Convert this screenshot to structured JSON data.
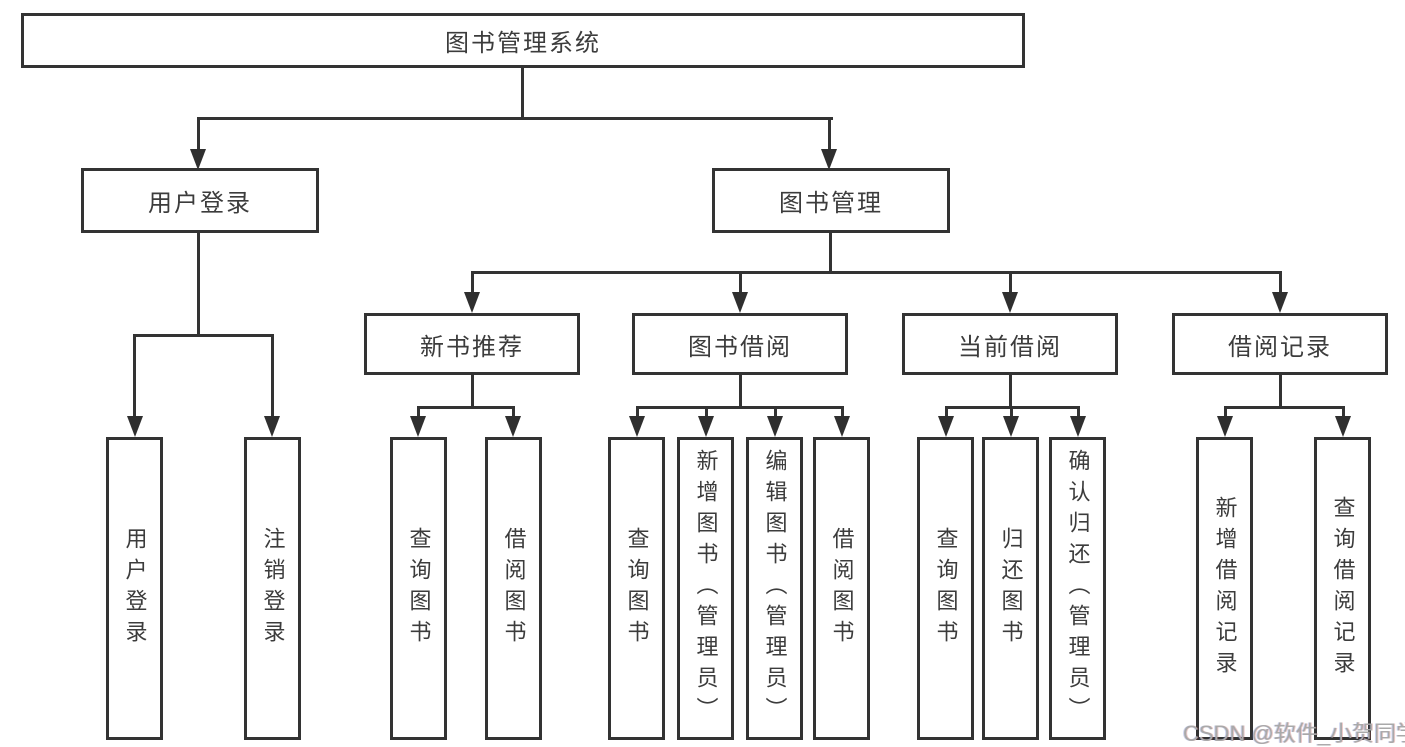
{
  "colors": {
    "line": "#333333",
    "box_border": "#333333",
    "text": "#3c3c3c",
    "watermark": "#a9a9a9",
    "background": "#ffffff"
  },
  "diagram": {
    "root": "图书管理系统",
    "branches": [
      {
        "label": "用户登录",
        "children": [
          "用户登录",
          "注销登录"
        ]
      },
      {
        "label": "图书管理",
        "categories": [
          {
            "label": "新书推荐",
            "children": [
              "查询图书",
              "借阅图书"
            ]
          },
          {
            "label": "图书借阅",
            "children": [
              "查询图书",
              "新增图书（管理员）",
              "编辑图书（管理员）",
              "借阅图书"
            ]
          },
          {
            "label": "当前借阅",
            "children": [
              "查询图书",
              "归还图书",
              "确认归还（管理员）"
            ]
          },
          {
            "label": "借阅记录",
            "children": [
              "新增借阅记录",
              "查询借阅记录"
            ]
          }
        ]
      }
    ],
    "watermark": "CSDN @软件_小贺同学"
  }
}
